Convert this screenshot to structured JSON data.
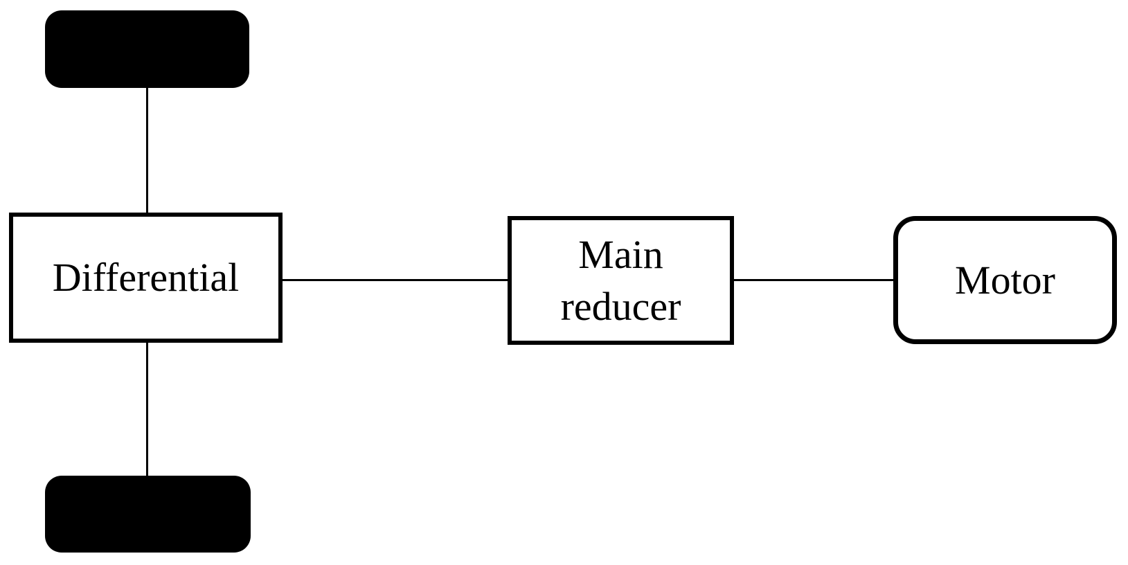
{
  "diagram": {
    "type": "block-diagram",
    "background": "#ffffff",
    "stroke_color": "#000000",
    "nodes": [
      {
        "id": "wheel-top",
        "label": "",
        "shape": "filled-rounded-rect",
        "fill": "#000000"
      },
      {
        "id": "differential",
        "label": "Differential",
        "shape": "rect",
        "fill": "#ffffff"
      },
      {
        "id": "wheel-bottom",
        "label": "",
        "shape": "filled-rounded-rect",
        "fill": "#000000"
      },
      {
        "id": "main-reducer",
        "label": "Main reducer",
        "shape": "rect",
        "fill": "#ffffff"
      },
      {
        "id": "motor",
        "label": "Motor",
        "shape": "rounded-rect",
        "fill": "#ffffff"
      }
    ],
    "edges": [
      {
        "from": "wheel-top",
        "to": "differential"
      },
      {
        "from": "differential",
        "to": "wheel-bottom"
      },
      {
        "from": "differential",
        "to": "main-reducer"
      },
      {
        "from": "main-reducer",
        "to": "motor"
      }
    ]
  }
}
